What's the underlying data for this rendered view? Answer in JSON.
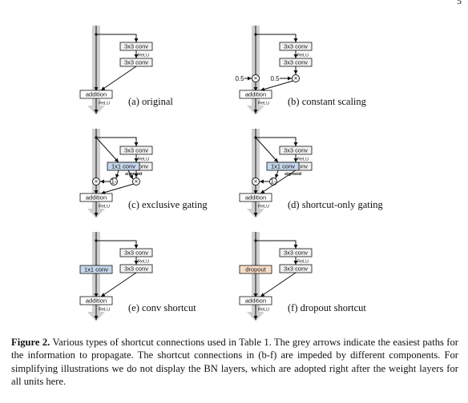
{
  "page": {
    "number": "5"
  },
  "labels": {
    "conv3": "3x3 conv",
    "conv1": "1x1 conv",
    "relu": "ReLU",
    "addition": "addition",
    "sigmoid": "sigmoid",
    "dropout": "dropout",
    "one_minus": "1-",
    "times": "×",
    "scale": "0.5"
  },
  "panels": [
    {
      "id": "a",
      "caption": "(a) original"
    },
    {
      "id": "b",
      "caption": "(b) constant scaling"
    },
    {
      "id": "c",
      "caption": "(c) exclusive gating"
    },
    {
      "id": "d",
      "caption": "(d) shortcut-only gating"
    },
    {
      "id": "e",
      "caption": "(e) conv shortcut"
    },
    {
      "id": "f",
      "caption": "(f) dropout shortcut"
    }
  ],
  "caption": {
    "label": "Figure 2.",
    "text": " Various types of shortcut connections used in Table 1. The grey arrows indicate the easiest paths for the information to propagate. The shortcut connections in (b-f) are impeded by different components. For simplifying illustrations we do not display the BN layers, which are adopted right after the weight layers for all units here."
  },
  "colors": {
    "grey_arrow": "#cfcfcf",
    "conv1_fill": "#c5d7ec",
    "dropout_fill": "#f7dcc6",
    "box_fill": "#f2f2f2"
  }
}
